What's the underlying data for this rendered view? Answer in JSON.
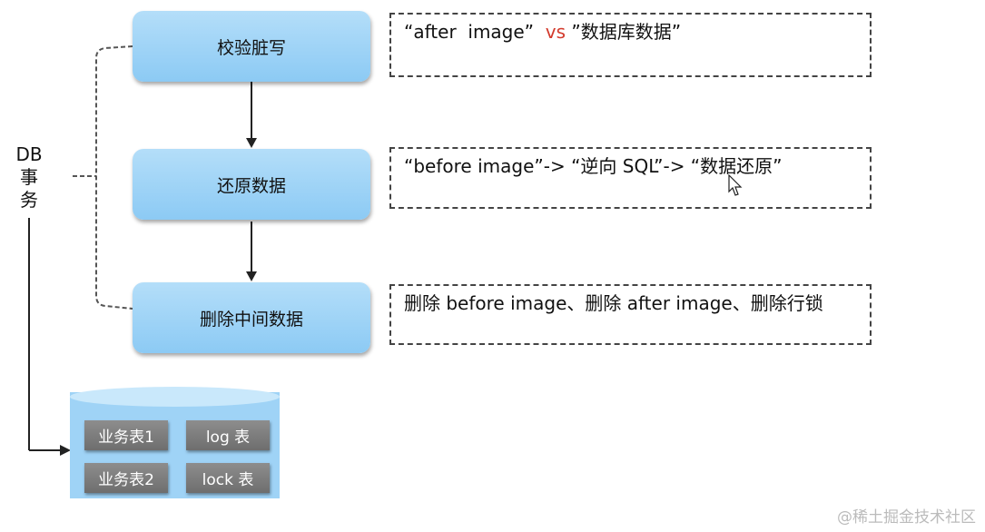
{
  "db_label": [
    "DB",
    "事",
    "务"
  ],
  "steps": [
    {
      "label": "校验脏写"
    },
    {
      "label": "还原数据"
    },
    {
      "label": "删除中间数据"
    }
  ],
  "notes": {
    "check": {
      "part1": "“after  image”  ",
      "vs": "vs",
      "part2": " ”数据库数据”"
    },
    "restore": {
      "text": "“before image”-> “逆向 SQL”-> “数据还原”"
    },
    "delete": {
      "text": "删除 before image、删除 after image、删除行锁"
    }
  },
  "database": {
    "tables": [
      "业务表1",
      "log 表",
      "业务表2",
      "lock 表"
    ]
  },
  "watermark": "@稀土掘金技术社区",
  "colors": {
    "step": "#9fd3f6",
    "vs": "#d33a2c",
    "table": "#7d7d7d"
  }
}
